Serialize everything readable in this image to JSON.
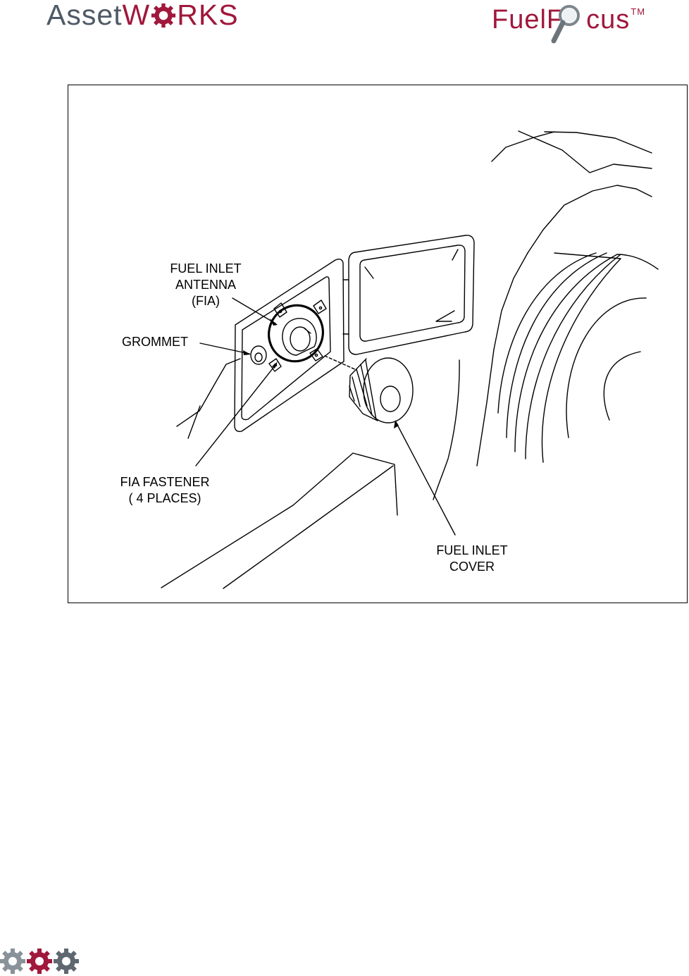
{
  "header": {
    "left_logo": {
      "part1": "Asset",
      "part2": "W",
      "part3": "RKS"
    },
    "right_logo": {
      "part1": "FuelF",
      "part2": "cus",
      "tm": "TM"
    }
  },
  "figure": {
    "callouts": {
      "fia_line1": "FUEL INLET",
      "fia_line2": "ANTENNA",
      "fia_line3": "(FIA)",
      "grommet": "GROMMET",
      "fastener_line1": "FIA  FASTENER",
      "fastener_line2": "( 4 PLACES)",
      "cover_line1": "FUEL INLET",
      "cover_line2": "COVER"
    }
  },
  "colors": {
    "brand_red": "#a0183c",
    "brand_gray": "#4f5a66",
    "gear_gray": "#8a9299"
  }
}
